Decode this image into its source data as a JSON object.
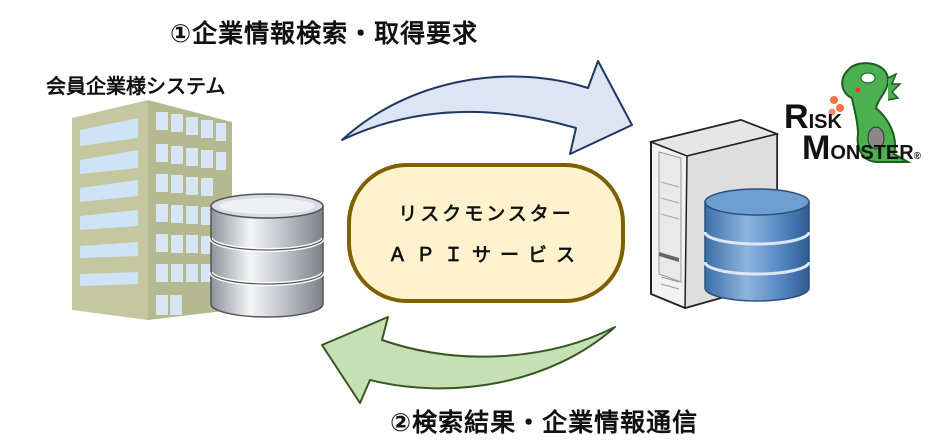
{
  "labels": {
    "step1": "①企業情報検索・取得要求",
    "client_system": "会員企業様システム",
    "step2": "②検索結果・企業情報通信"
  },
  "api_service": {
    "line1": "リスクモンスター",
    "line2": "ＡＰＩサービス"
  },
  "logo": {
    "risk_first": "R",
    "risk_rest": "ISK",
    "monster_first": "M",
    "monster_rest": "ONSTER",
    "registered": "®"
  },
  "colors": {
    "request_arrow_fill": "#dce6f2",
    "request_arrow_stroke": "#1f3864",
    "response_arrow_fill": "#c5e0b4",
    "response_arrow_stroke": "#385723",
    "api_box_fill": "#fff2cc",
    "api_box_border": "#7f6000",
    "building": "#c4c79f",
    "client_db": "#b8bcc4",
    "server_db": "#4f81bd",
    "mascot": "#4caf50"
  },
  "icons": {
    "client_building": "office-building-icon",
    "client_database": "database-icon",
    "server": "server-tower-icon",
    "server_database": "database-icon",
    "mascot": "dinosaur-mascot-icon"
  }
}
